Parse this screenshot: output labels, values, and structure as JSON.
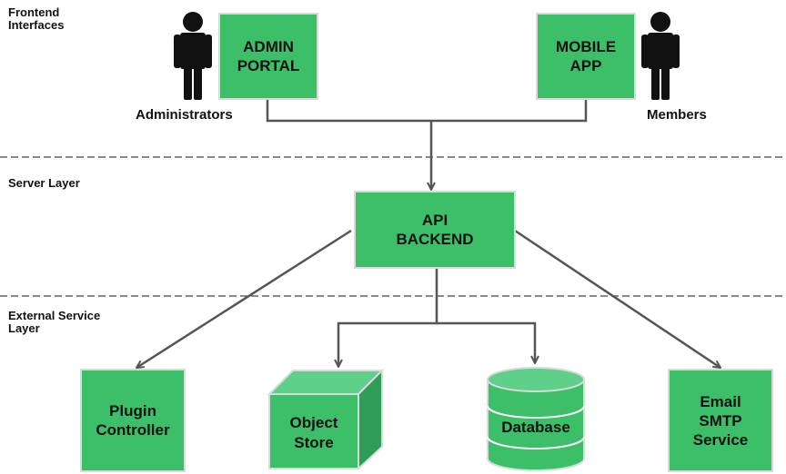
{
  "colors": {
    "box_fill": "#3dbf6a",
    "box_border": "#d6dcd6",
    "cube_top": "#5fd089",
    "cube_side": "#2e9d55",
    "connector": "#555555",
    "divider": "#444444",
    "person": "#111111"
  },
  "layers": {
    "frontend": "Frontend\nInterfaces",
    "server": "Server Layer",
    "external": "External Service\nLayer"
  },
  "actors": {
    "admin": {
      "label": "Administrators",
      "icon": "person-icon"
    },
    "member": {
      "label": "Members",
      "icon": "person-icon"
    }
  },
  "nodes": {
    "admin_portal": "ADMIN\nPORTAL",
    "mobile_app": "MOBILE\nAPP",
    "api_backend": "API\nBACKEND",
    "plugin_controller": "Plugin\nController",
    "object_store": "Object\nStore",
    "database": "Database",
    "email_service": "Email\nSMTP\nService"
  }
}
